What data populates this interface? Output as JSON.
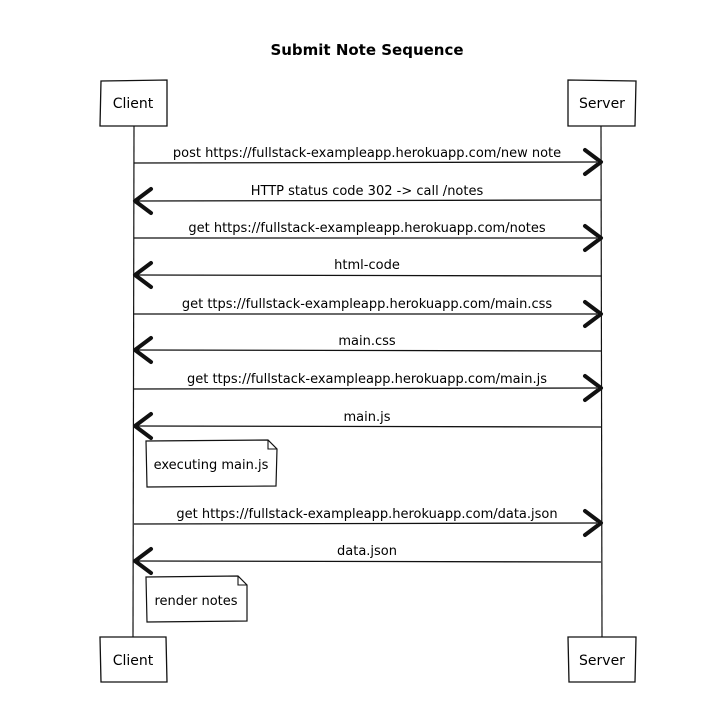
{
  "title": "Submit Note Sequence",
  "participants": {
    "client": "Client",
    "server": "Server"
  },
  "messages": [
    {
      "label": "post https://fullstack-exampleapp.herokuapp.com/new note",
      "direction": "right"
    },
    {
      "label": "HTTP status code 302 -> call /notes",
      "direction": "left"
    },
    {
      "label": "get https://fullstack-exampleapp.herokuapp.com/notes",
      "direction": "right"
    },
    {
      "label": "html-code",
      "direction": "left"
    },
    {
      "label": "get ttps://fullstack-exampleapp.herokuapp.com/main.css",
      "direction": "right"
    },
    {
      "label": "main.css",
      "direction": "left"
    },
    {
      "label": "get ttps://fullstack-exampleapp.herokuapp.com/main.js",
      "direction": "right"
    },
    {
      "label": "main.js",
      "direction": "left"
    },
    {
      "label": "get https://fullstack-exampleapp.herokuapp.com/data.json",
      "direction": "right"
    },
    {
      "label": "data.json",
      "direction": "left"
    }
  ],
  "notes": [
    {
      "label": "executing main.js"
    },
    {
      "label": "render notes"
    }
  ]
}
